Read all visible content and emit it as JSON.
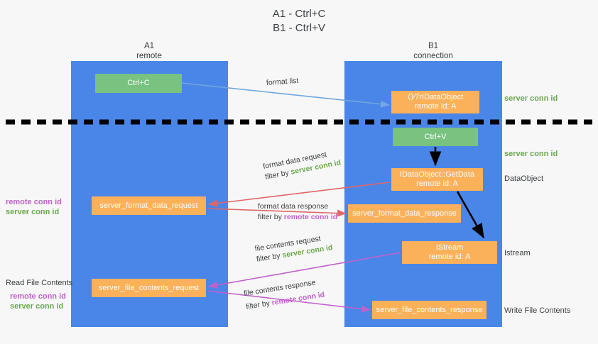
{
  "title": "A1 - Ctrl+C\nB1 - Ctrl+V",
  "columns": {
    "left": {
      "name": "A1",
      "role": "remote",
      "label": "A1\nremote"
    },
    "right": {
      "name": "B1",
      "role": "connection",
      "label": "B1\nconnection"
    }
  },
  "nodes": {
    "ctrl_c": {
      "label": "Ctrl+C",
      "color": "#78c37f",
      "lane": "A1"
    },
    "idataobject_new": {
      "line1": "⟨⟩⁄7rIDataObject",
      "line2": "remote id: A",
      "color": "#fbb05a",
      "lane": "B1"
    },
    "ctrl_v": {
      "label": "Ctrl+V",
      "color": "#78c37f",
      "lane": "B1"
    },
    "getdata": {
      "line1": "IDataObject::GetData",
      "line2": "remote id: A",
      "color": "#fbb05a",
      "lane": "B1"
    },
    "server_format_data_request": {
      "label": "server_format_data_request",
      "color": "#fbb05a",
      "lane": "A1"
    },
    "server_format_data_response": {
      "label": "server_format_data_response",
      "color": "#fbb05a",
      "lane": "B1"
    },
    "istream": {
      "line1": "IStream",
      "line2": "remote id: A",
      "color": "#fbb05a",
      "lane": "B1"
    },
    "server_file_contents_request": {
      "label": "server_file_contents_request",
      "color": "#fbb05a",
      "lane": "A1"
    },
    "server_file_contents_response": {
      "label": "server_file_contents_response",
      "color": "#fbb05a",
      "lane": "B1"
    }
  },
  "edge_labels": {
    "format_list": "format list",
    "format_data_request": {
      "line1": "format data request",
      "filter_prefix": "filter by ",
      "filter_key": "server conn id"
    },
    "format_data_response": {
      "line1": "format data response",
      "filter_prefix": "filter by ",
      "filter_key": "remote conn id"
    },
    "file_contents_request": {
      "line1": "file contents request",
      "filter_prefix": "filter by ",
      "filter_key": "server conn id"
    },
    "file_contents_response": {
      "line1": "file contents response",
      "filter_prefix": "filter by ",
      "filter_key": "remote conn id"
    }
  },
  "annotations": {
    "right": {
      "server_conn_id_top": "server conn id",
      "server_conn_id_mid": "server conn id",
      "dataobject": "DataObject",
      "istream": "Istream",
      "write_file_contents": "Write File Contents"
    },
    "left": {
      "remote_conn_id_1": "remote conn id",
      "server_conn_id_1": "server conn id",
      "read_file_contents": "Read File Contents",
      "remote_conn_id_2": "remote conn id",
      "server_conn_id_2": "server conn id"
    }
  },
  "colors": {
    "lane": "#4a86e8",
    "green_node": "#78c37f",
    "orange_node": "#fbb05a",
    "server_conn_id": "#6aa84f",
    "remote_conn_id": "#c061cb",
    "arrow_blue": "#6fa8dc",
    "arrow_red": "#e06666",
    "arrow_magenta": "#c061cb",
    "arrow_black": "#000000",
    "background": "#f7f7f7"
  }
}
